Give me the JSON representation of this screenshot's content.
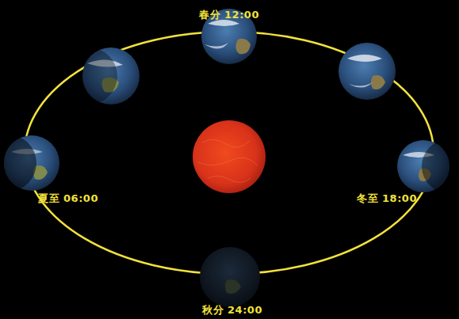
{
  "diagram": {
    "labels": [
      "春分 12:00",
      "夏至 06:00",
      "冬至 18:00",
      "秋分 24:00"
    ]
  }
}
